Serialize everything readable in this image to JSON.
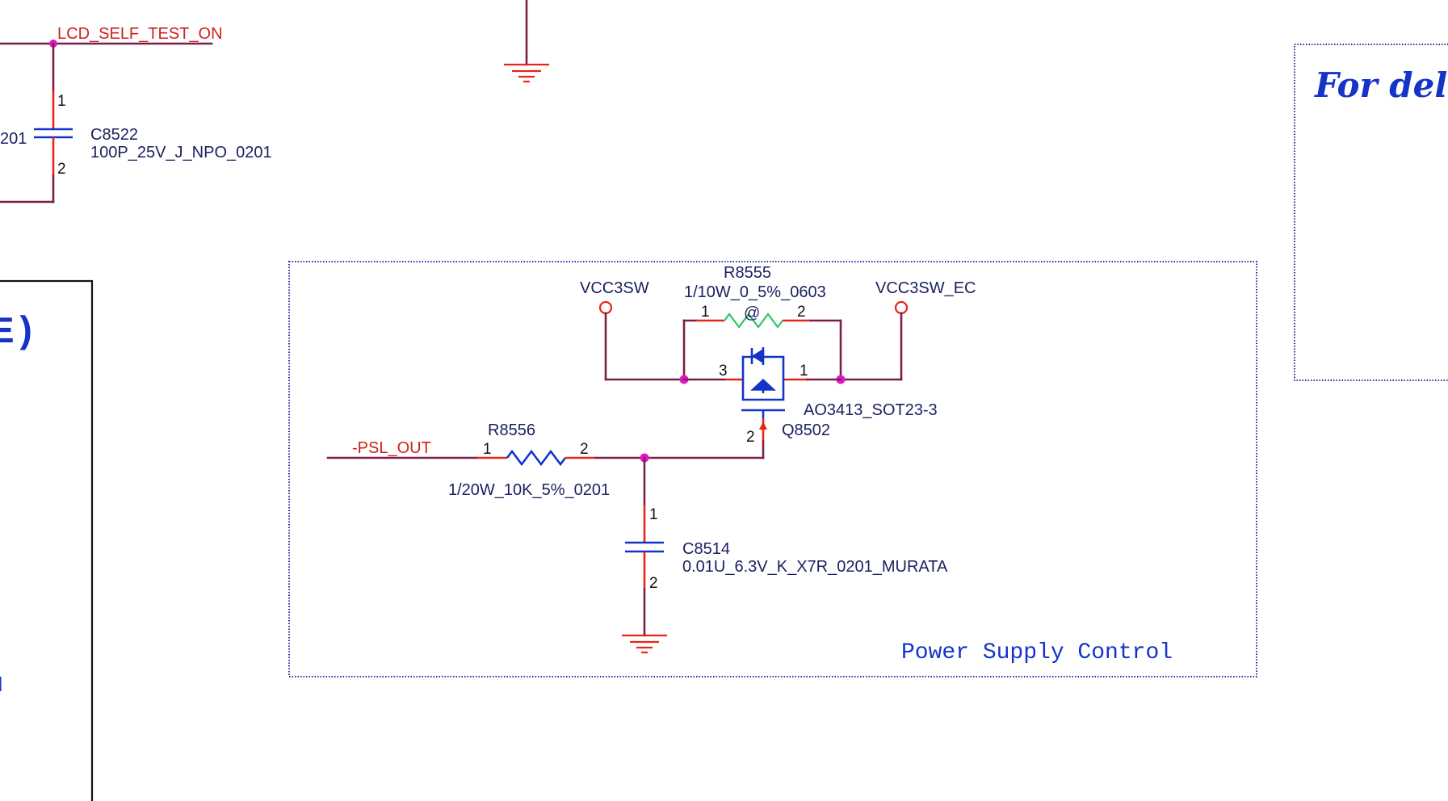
{
  "top_left": {
    "net_label": "LCD_SELF_TEST_ON",
    "cap_pin1": "1",
    "cap_pin2": "2",
    "cap_ref": "C8522",
    "cap_value": "100P_25V_J_NPO_0201",
    "left_partial_value": "201"
  },
  "left_box": {
    "partial_text": "E)"
  },
  "right_box": {
    "partial_text": "For del"
  },
  "power_supply_control": {
    "title": "Power  Supply  Control",
    "port_left": "VCC3SW",
    "port_right": "VCC3SW_EC",
    "r8555": {
      "ref": "R8555",
      "value": "1/10W_0_5%_0603",
      "pin1": "1",
      "pin2": "2",
      "mark": "@"
    },
    "q8502": {
      "ref": "Q8502",
      "value": "AO3413_SOT23-3",
      "pin_source": "3",
      "pin_drain": "1",
      "pin_gate": "2"
    },
    "r8556": {
      "ref": "R8556",
      "value": "1/20W_10K_5%_0201",
      "pin1": "1",
      "pin2": "2"
    },
    "c8514": {
      "ref": "C8514",
      "value": "0.01U_6.3V_K_X7R_0201_MURATA",
      "pin1": "1",
      "pin2": "2"
    },
    "input_net": "-PSL_OUT"
  },
  "colors": {
    "wire": "#7a1e4a",
    "pin": "#e8251a",
    "component": "#1533c8",
    "junction": "#e316c8",
    "border": "#27329c"
  }
}
